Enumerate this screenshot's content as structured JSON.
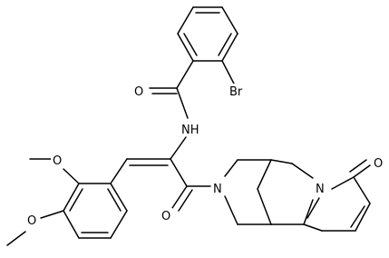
{
  "molecule": {
    "atom_labels": {
      "bromine": "Br",
      "amide_oxygen": "O",
      "amide_nh": "NH",
      "methoxy_oxygen_top": "O",
      "methoxy_oxygen_bottom": "O",
      "ketone_oxygen": "O",
      "ring_nitrogen": "N",
      "pyridone_nitrogen": "N",
      "pyridone_oxygen": "O"
    }
  },
  "colors": {
    "bond": "#000000",
    "text": "#000000",
    "background": "#ffffff"
  }
}
